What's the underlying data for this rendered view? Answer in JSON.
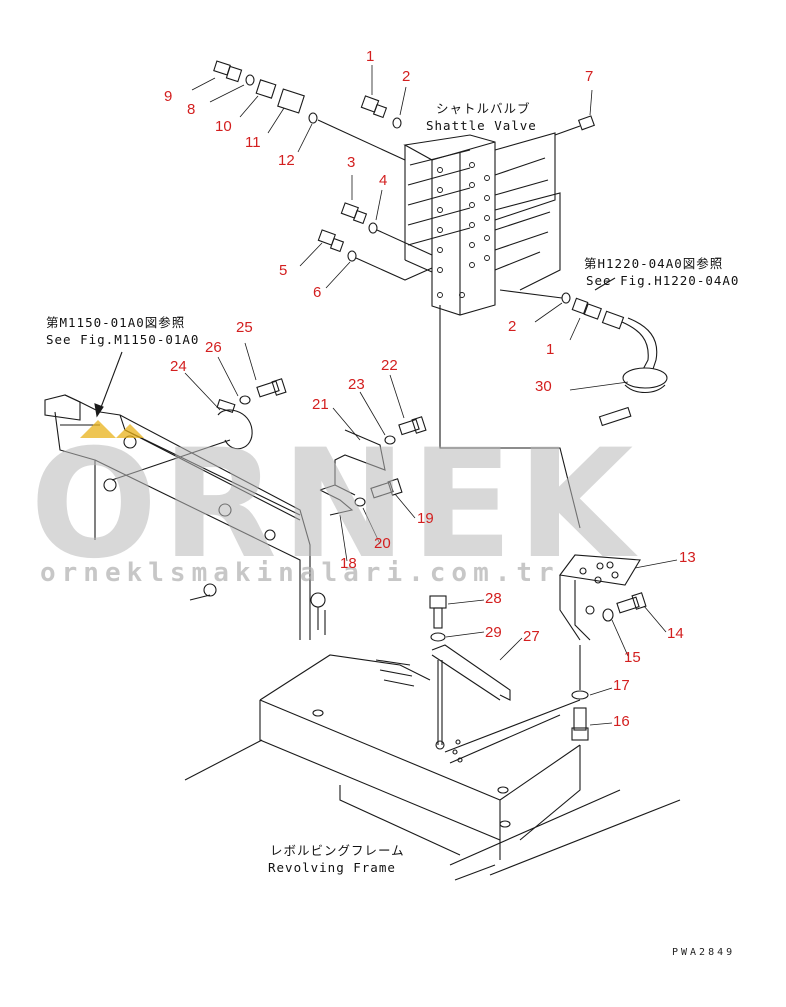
{
  "diagram": {
    "title_jp": "シャトルバルブ",
    "title_en": "Shattle Valve",
    "refs": [
      {
        "jp": "第H1220-04A0図参照",
        "en": "See Fig.H1220-04A0"
      },
      {
        "jp": "第M1150-01A0図参照",
        "en": "See Fig.M1150-01A0"
      }
    ],
    "frame_label_jp": "レボルビングフレーム",
    "frame_label_en": "Revolving Frame",
    "watermark": "ORNEK",
    "watermark_url": "orneklsmakinalari.com.tr",
    "drawing_code": "PWA2849",
    "callouts": [
      {
        "n": "1"
      },
      {
        "n": "2"
      },
      {
        "n": "3"
      },
      {
        "n": "4"
      },
      {
        "n": "5"
      },
      {
        "n": "6"
      },
      {
        "n": "7"
      },
      {
        "n": "8"
      },
      {
        "n": "9"
      },
      {
        "n": "10"
      },
      {
        "n": "11"
      },
      {
        "n": "12"
      },
      {
        "n": "2"
      },
      {
        "n": "1"
      },
      {
        "n": "30"
      },
      {
        "n": "25"
      },
      {
        "n": "26"
      },
      {
        "n": "24"
      },
      {
        "n": "22"
      },
      {
        "n": "23"
      },
      {
        "n": "21"
      },
      {
        "n": "19"
      },
      {
        "n": "20"
      },
      {
        "n": "18"
      },
      {
        "n": "13"
      },
      {
        "n": "14"
      },
      {
        "n": "15"
      },
      {
        "n": "28"
      },
      {
        "n": "29"
      },
      {
        "n": "27"
      },
      {
        "n": "17"
      },
      {
        "n": "16"
      }
    ],
    "colors": {
      "callout": "#d31f1f",
      "line": "#1a1a1a",
      "watermark": "#b9b9b9",
      "accent": "#e8b21a"
    }
  }
}
